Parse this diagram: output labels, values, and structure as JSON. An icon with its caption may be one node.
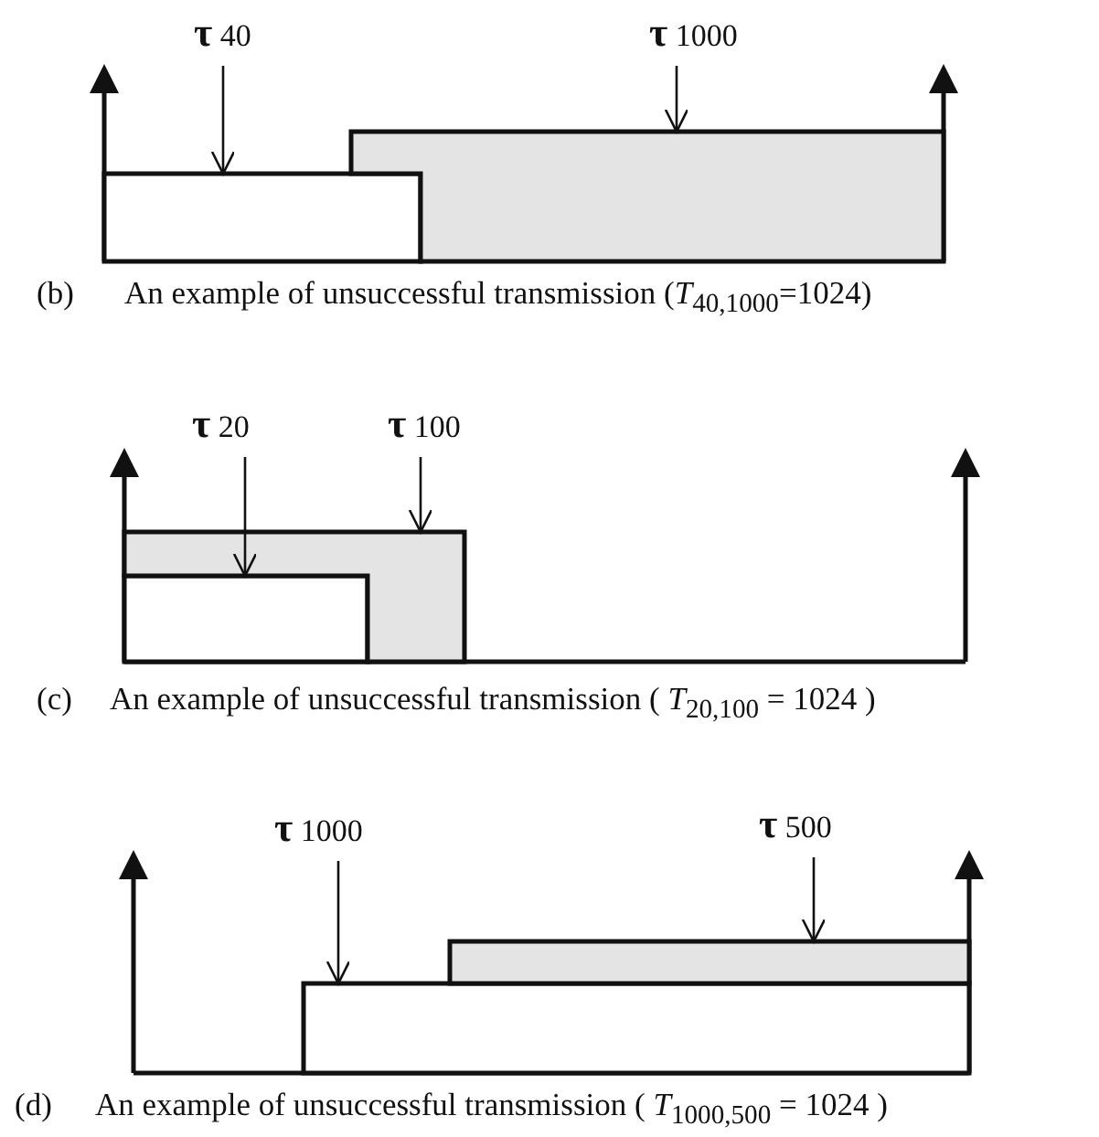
{
  "diagram": {
    "nodes": [
      {
        "text": [
          "**τ** 40"
        ]
      },
      {
        "text": [
          "**τ** 1000"
        ]
      },
      {
        "text": [],
        "shape": "box"
      },
      {
        "text": [],
        "shape": "box"
      },
      {
        "text": [
          "**τ** 20"
        ]
      },
      {
        "text": [
          "**τ** 100"
        ]
      },
      {
        "text": [],
        "shape": "box"
      },
      {
        "text": [],
        "shape": "box"
      },
      {
        "text": [
          "**τ** 1000"
        ]
      },
      {
        "text": [
          "**τ** 500"
        ]
      },
      {
        "text": [],
        "shape": "box"
      },
      {
        "text": [],
        "shape": "box"
      }
    ],
    "edges": [
      {
        "from": 0,
        "to": 2,
        "arrow": "to"
      },
      {
        "from": 1,
        "to": 3,
        "arrow": "to"
      },
      {
        "from": 4,
        "to": 6,
        "arrow": "to"
      },
      {
        "from": 5,
        "to": 7,
        "arrow": "to"
      },
      {
        "from": 8,
        "to": 10,
        "arrow": "to"
      },
      {
        "from": 9,
        "to": 11,
        "arrow": "to"
      }
    ],
    "labels": [
      "(b)",
      "An example of unsuccessful transmission (*T*$_{40,1000}$=1024)",
      "(c)",
      "An example of unsuccessful transmission ( *T*$_{20,100}$ = 1024 )",
      "(d)",
      "An example of unsuccessful transmission ( *T*$_{1000,500}$ = 1024 )"
    ]
  }
}
